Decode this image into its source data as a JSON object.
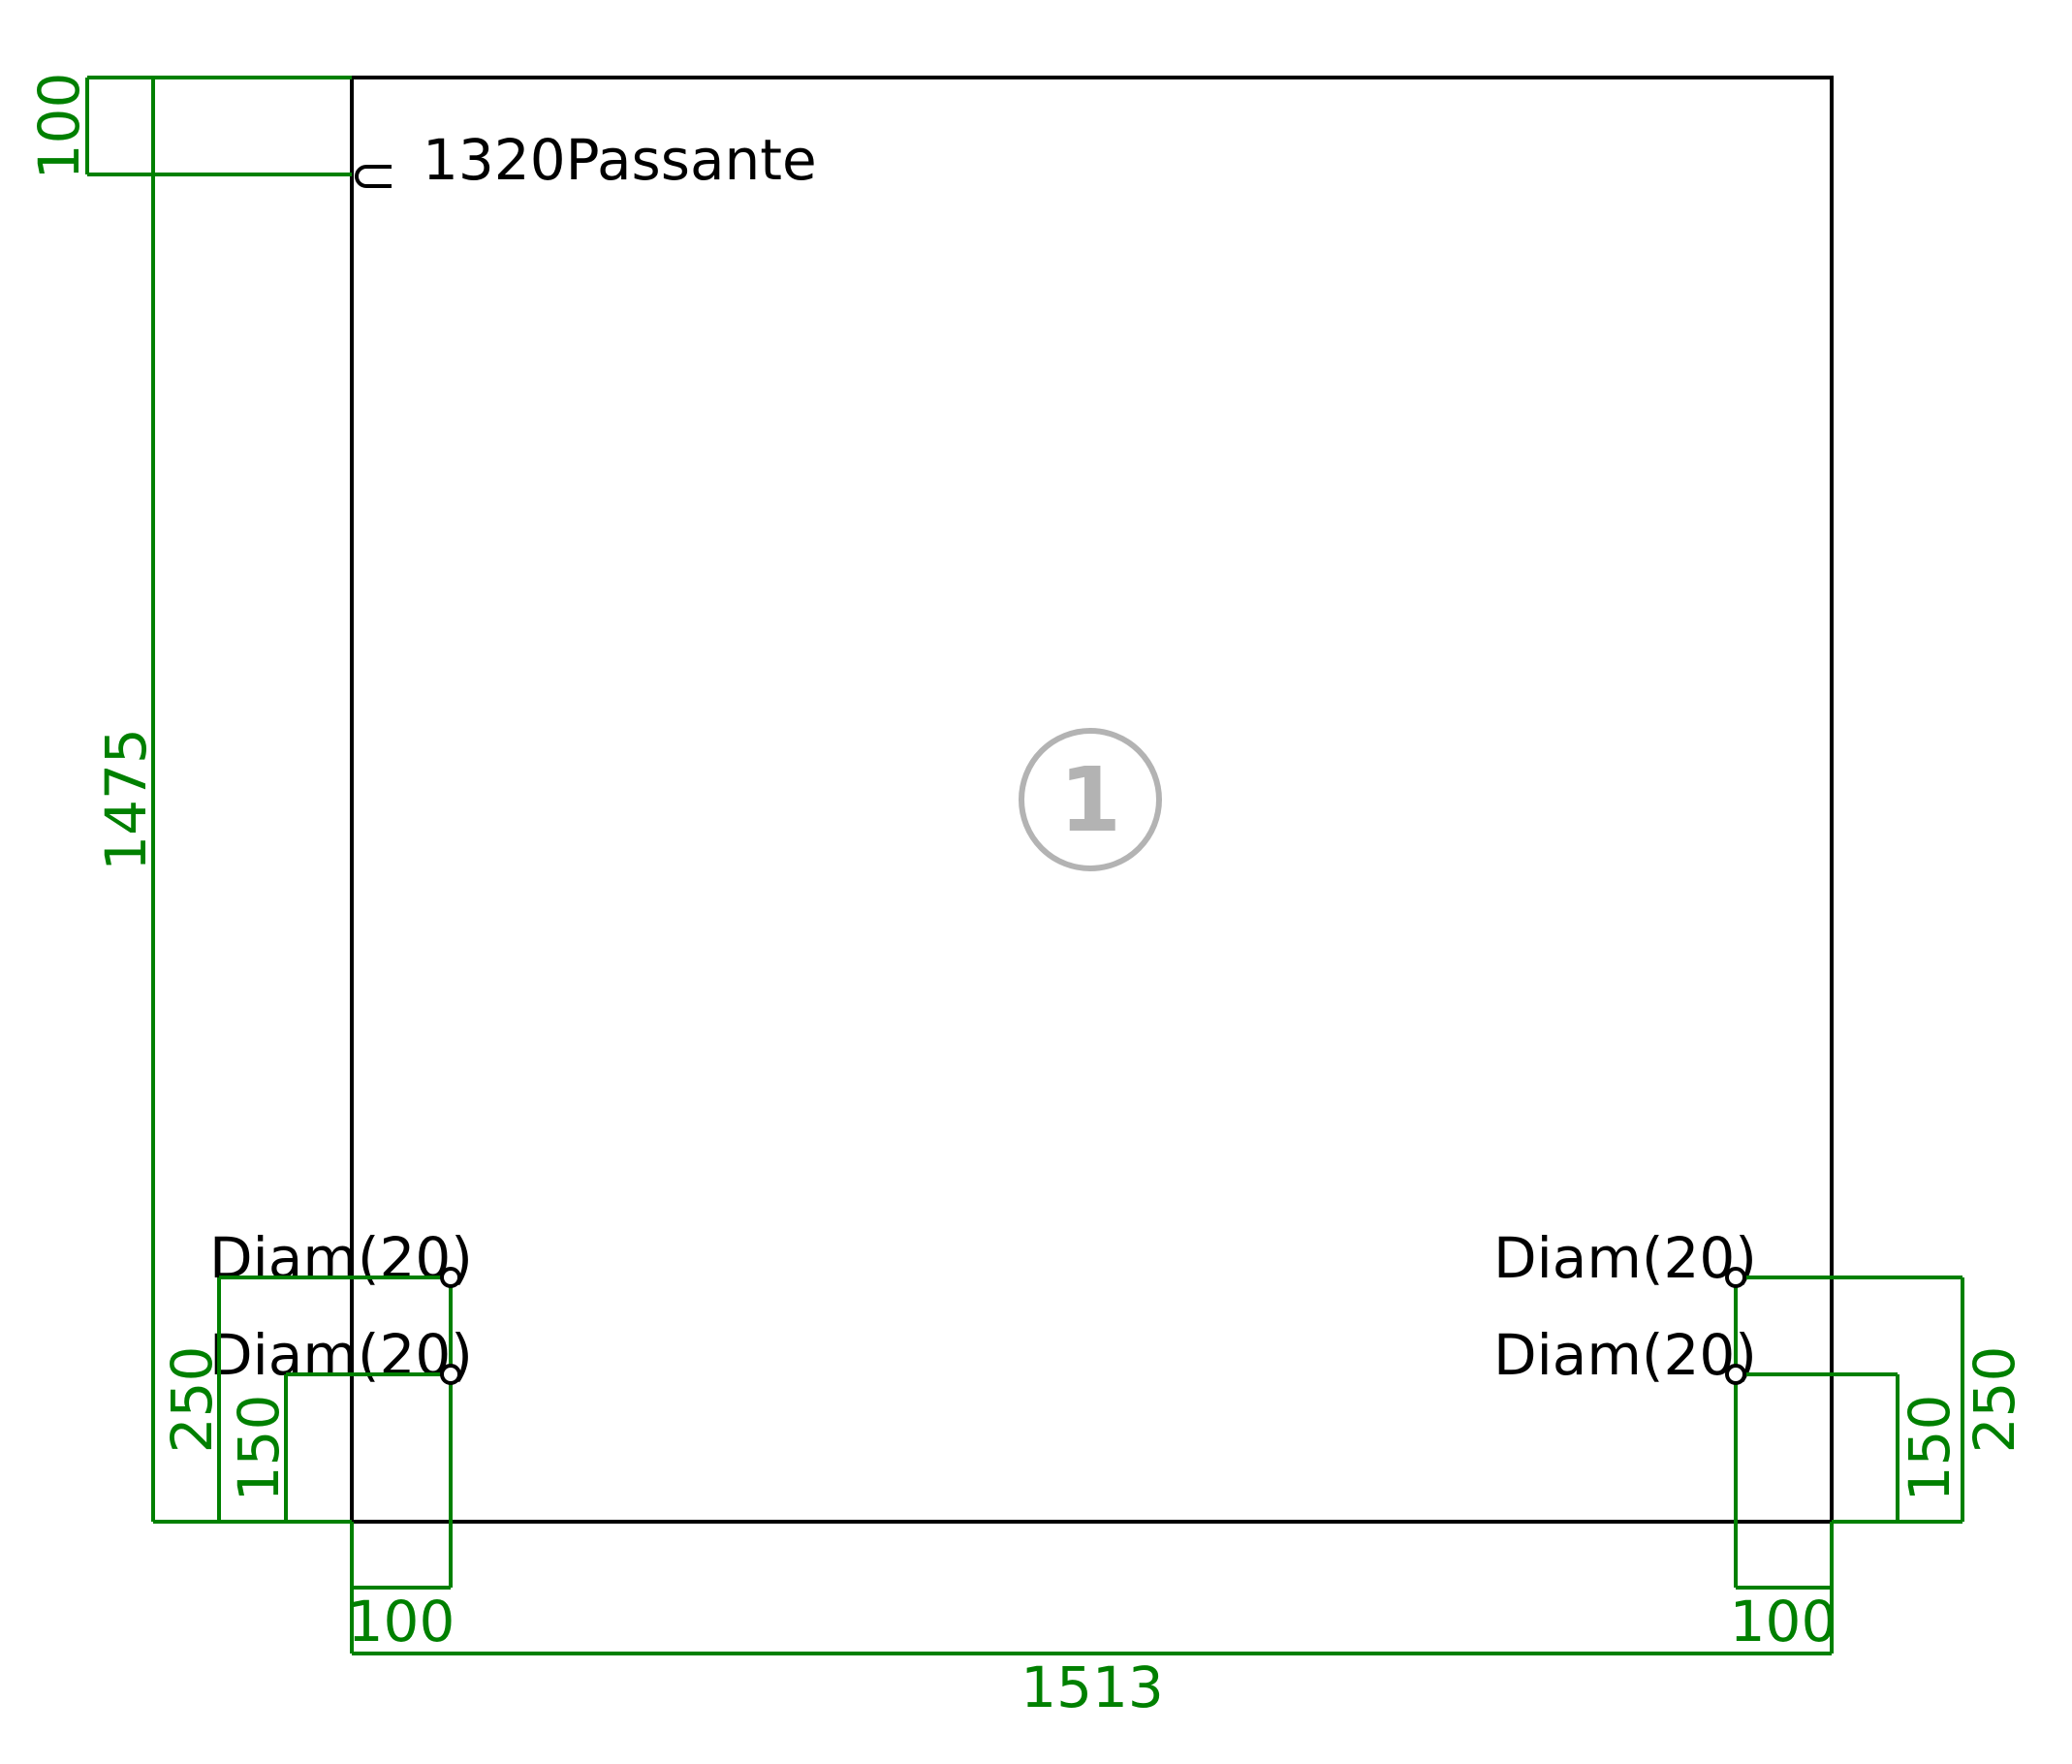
{
  "colors": {
    "dimension": "#008000",
    "outline": "#000000",
    "marker": "#b3b3b3"
  },
  "panel": {
    "marker_number": "1"
  },
  "operations": {
    "slot_label": "1320Passante",
    "holes": [
      {
        "label": "Diam(20)",
        "side": "left",
        "row": "upper"
      },
      {
        "label": "Diam(20)",
        "side": "left",
        "row": "lower"
      },
      {
        "label": "Diam(20)",
        "side": "right",
        "row": "upper"
      },
      {
        "label": "Diam(20)",
        "side": "right",
        "row": "lower"
      }
    ]
  },
  "dimensions": {
    "overall_width": "1513",
    "overall_height": "1475",
    "top_offset": "100",
    "left_hole_x": "100",
    "right_hole_x": "100",
    "left_upper_hole_y": "250",
    "left_lower_hole_y": "150",
    "right_upper_hole_y": "250",
    "right_lower_hole_y": "150"
  }
}
